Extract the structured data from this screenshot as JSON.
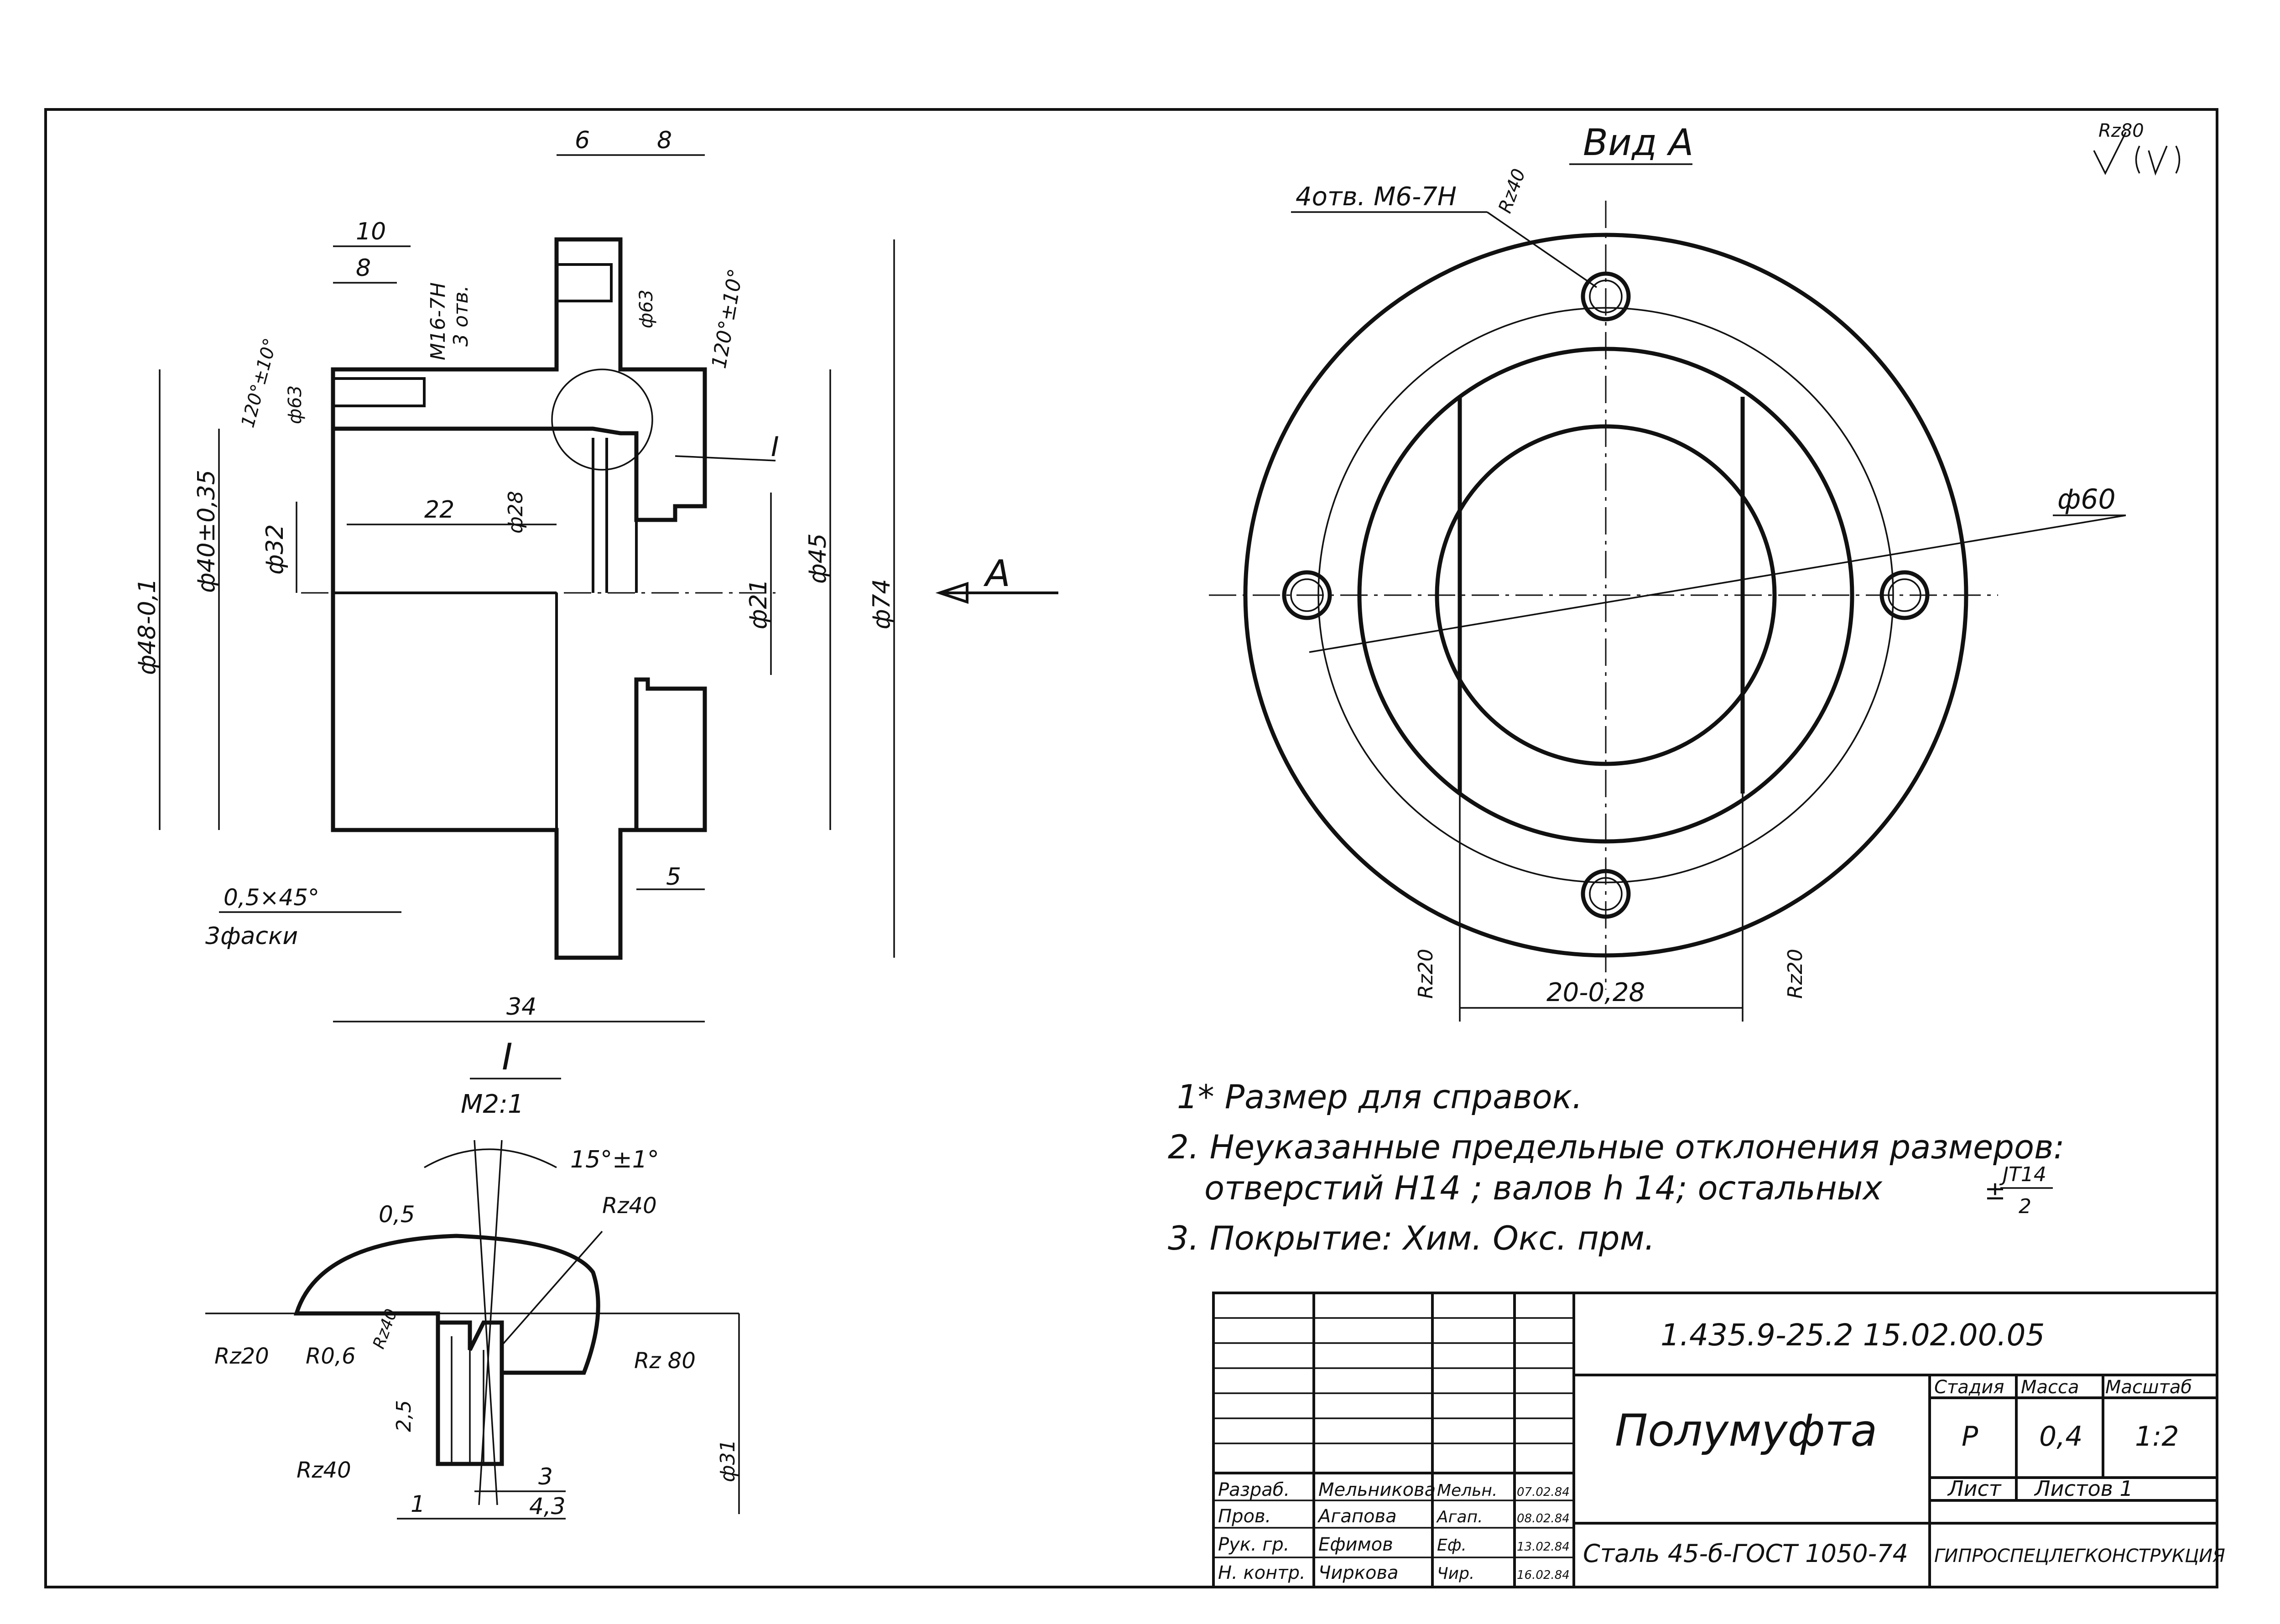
{
  "colors": {
    "ink": "#111111",
    "paper": "#ffffff"
  },
  "views": {
    "section": {
      "dims": [
        "6",
        "8",
        "10",
        "8",
        "М16-7Н",
        "3 отв.",
        "120°±10°",
        "120°±10°",
        "ф63",
        "ф63",
        "ф28",
        "ф32",
        "22",
        "ф21",
        "ф45",
        "ф74",
        "ф48-0,1",
        "ф40±0,35",
        "5",
        "34"
      ],
      "chamfer": "0,5×45°",
      "chamfer_note": "3фаски",
      "section_mark": "I",
      "view_arrow": "А"
    },
    "view_a": {
      "title": "Вид А",
      "holes": "4отв. М6-7Н",
      "hole_rough": "Rz40",
      "pcd": "ф60",
      "slot_width": "20-0,28",
      "rough_left": "Rz20",
      "rough_right": "Rz20"
    },
    "detail": {
      "title": "I",
      "scale": "М2:1",
      "angle": "15°±1°",
      "dims": [
        "0,5",
        "Rz40",
        "Rz20",
        "R0,6",
        "Rz40",
        "Rz 80",
        "2,5",
        "ф31",
        "Rz40",
        "3",
        "1",
        "4,3"
      ]
    }
  },
  "general_roughness": "Rz80",
  "notes": [
    "1* Размер   для   справок.",
    "2. Неуказанные   предельные  отклонения  размеров:",
    "отверстий  Н14 ;  валов  h 14;  остальных",
    "3. Покрытие:  Хим. Окс. прм."
  ],
  "note_fraction": {
    "sign": "±",
    "num": "JT14",
    "den": "2"
  },
  "title_block": {
    "doc_number": "1.435.9-25.2   15.02.00.05",
    "part_name": "Полумуфта",
    "headers": [
      "Стадия",
      "Масса",
      "Масштаб"
    ],
    "stage": "Р",
    "mass": "0,4",
    "scale": "1:2",
    "sheet_label": "Лист",
    "sheets_label": "Листов 1",
    "material": "Сталь 45-б-ГОСТ 1050-74",
    "organization": "ГИПРОСПЕЦЛЕГКОНСТРУКЦИЯ",
    "roles": [
      {
        "role": "Разраб.",
        "name": "Мельникова",
        "sign": "Мельн.",
        "date": "07.02.84"
      },
      {
        "role": "Пров.",
        "name": "Агапова",
        "sign": "Агап.",
        "date": "08.02.84"
      },
      {
        "role": "Рук. гр.",
        "name": "Ефимов",
        "sign": "Еф.",
        "date": "13.02.84"
      },
      {
        "role": "Н. контр.",
        "name": "Чиркова",
        "sign": "Чир.",
        "date": "16.02.84"
      }
    ]
  }
}
